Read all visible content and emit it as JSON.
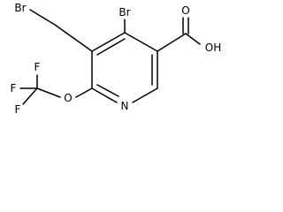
{
  "molecule": {
    "atoms": {
      "br_methyl": "Br",
      "br_ring": "Br",
      "carbonyl_o": "O",
      "hydroxyl": "OH",
      "ring_n": "N",
      "ether_o": "O",
      "f_top": "F",
      "f_left": "F",
      "f_bottom": "F"
    }
  }
}
